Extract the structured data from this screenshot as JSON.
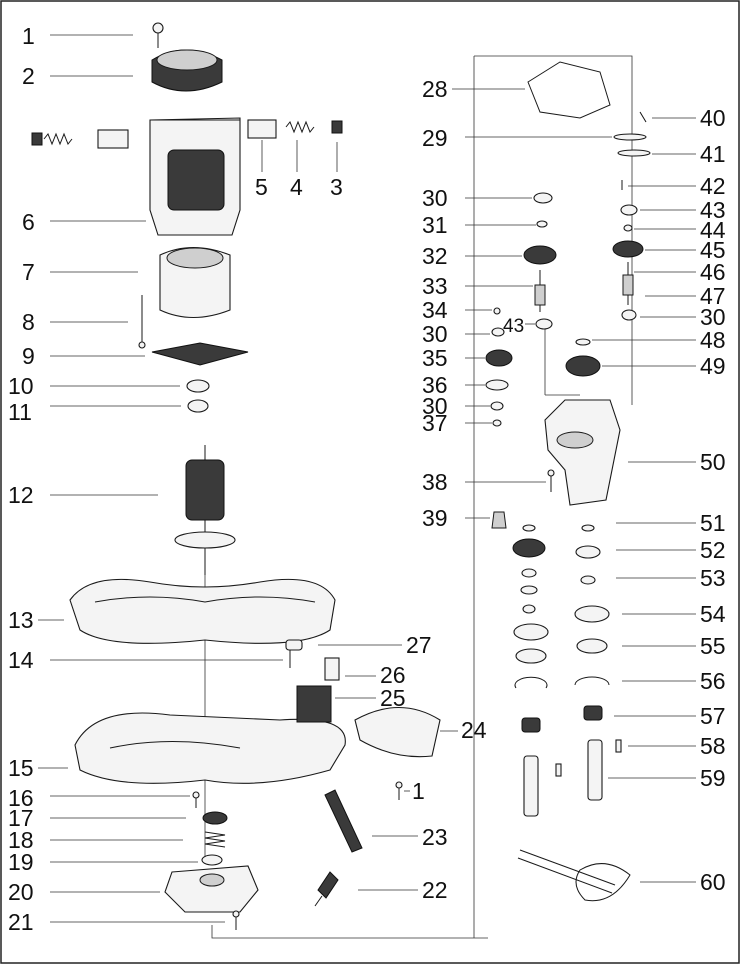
{
  "callouts": [
    {
      "id": "1a",
      "label": "1"
    },
    {
      "id": "2",
      "label": "2"
    },
    {
      "id": "3",
      "label": "3"
    },
    {
      "id": "4",
      "label": "4"
    },
    {
      "id": "5",
      "label": "5"
    },
    {
      "id": "6",
      "label": "6"
    },
    {
      "id": "7",
      "label": "7"
    },
    {
      "id": "8",
      "label": "8"
    },
    {
      "id": "9",
      "label": "9"
    },
    {
      "id": "10",
      "label": "10"
    },
    {
      "id": "11",
      "label": "11"
    },
    {
      "id": "12",
      "label": "12"
    },
    {
      "id": "13",
      "label": "13"
    },
    {
      "id": "14",
      "label": "14"
    },
    {
      "id": "15",
      "label": "15"
    },
    {
      "id": "16",
      "label": "16"
    },
    {
      "id": "17",
      "label": "17"
    },
    {
      "id": "18",
      "label": "18"
    },
    {
      "id": "19",
      "label": "19"
    },
    {
      "id": "20",
      "label": "20"
    },
    {
      "id": "21",
      "label": "21"
    },
    {
      "id": "22",
      "label": "22"
    },
    {
      "id": "23",
      "label": "23"
    },
    {
      "id": "24",
      "label": "24"
    },
    {
      "id": "25",
      "label": "25"
    },
    {
      "id": "26",
      "label": "26"
    },
    {
      "id": "27",
      "label": "27"
    },
    {
      "id": "1b",
      "label": "1"
    },
    {
      "id": "28",
      "label": "28"
    },
    {
      "id": "29",
      "label": "29"
    },
    {
      "id": "30a",
      "label": "30"
    },
    {
      "id": "31",
      "label": "31"
    },
    {
      "id": "32",
      "label": "32"
    },
    {
      "id": "33",
      "label": "33"
    },
    {
      "id": "34",
      "label": "34"
    },
    {
      "id": "30b",
      "label": "30"
    },
    {
      "id": "43b",
      "label": "43"
    },
    {
      "id": "35",
      "label": "35"
    },
    {
      "id": "36",
      "label": "36"
    },
    {
      "id": "30c",
      "label": "30"
    },
    {
      "id": "37",
      "label": "37"
    },
    {
      "id": "38",
      "label": "38"
    },
    {
      "id": "39",
      "label": "39"
    },
    {
      "id": "40",
      "label": "40"
    },
    {
      "id": "41",
      "label": "41"
    },
    {
      "id": "42",
      "label": "42"
    },
    {
      "id": "43a",
      "label": "43"
    },
    {
      "id": "44",
      "label": "44"
    },
    {
      "id": "45",
      "label": "45"
    },
    {
      "id": "46",
      "label": "46"
    },
    {
      "id": "47",
      "label": "47"
    },
    {
      "id": "30d",
      "label": "30"
    },
    {
      "id": "48",
      "label": "48"
    },
    {
      "id": "49",
      "label": "49"
    },
    {
      "id": "50",
      "label": "50"
    },
    {
      "id": "51",
      "label": "51"
    },
    {
      "id": "52",
      "label": "52"
    },
    {
      "id": "53",
      "label": "53"
    },
    {
      "id": "54",
      "label": "54"
    },
    {
      "id": "55",
      "label": "55"
    },
    {
      "id": "56",
      "label": "56"
    },
    {
      "id": "57",
      "label": "57"
    },
    {
      "id": "58",
      "label": "58"
    },
    {
      "id": "59",
      "label": "59"
    },
    {
      "id": "60",
      "label": "60"
    }
  ]
}
